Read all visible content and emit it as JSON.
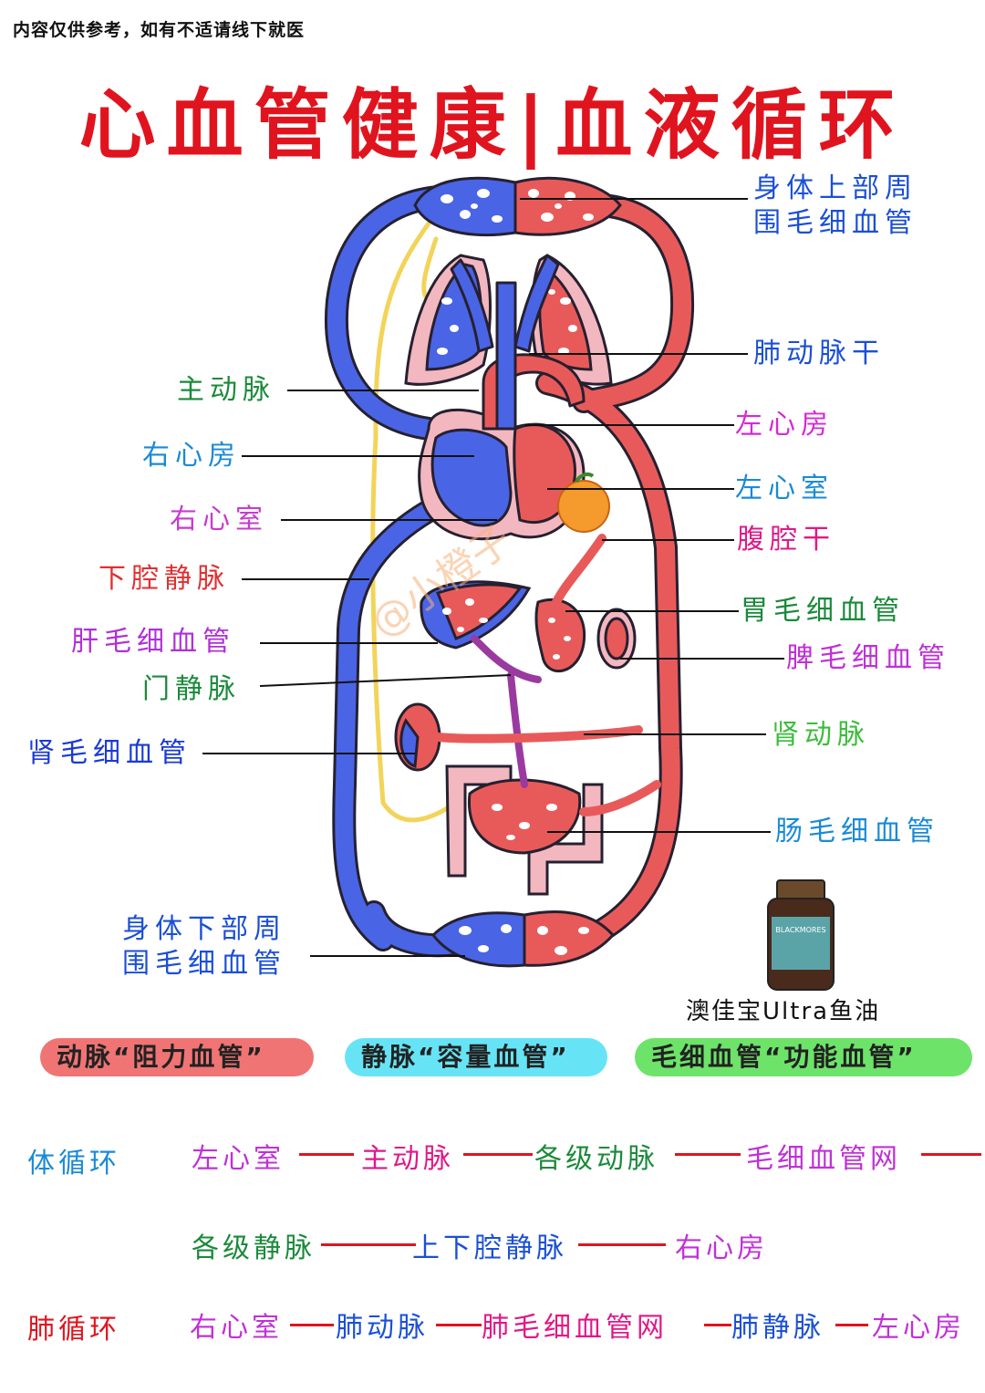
{
  "disclaimer": "内容仅供参考，如有不适请线下就医",
  "title": "心血管健康|血液循环",
  "labels": {
    "upper_capillaries": "身体上部周围毛细血管",
    "pulmonary_trunk": "肺动脉干",
    "aorta": "主动脉",
    "left_atrium": "左心房",
    "right_atrium": "右心房",
    "left_ventricle": "左心室",
    "right_ventricle": "右心室",
    "celiac_trunk": "腹腔干",
    "inferior_vena_cava": "下腔静脉",
    "gastric_capillaries": "胃毛细血管",
    "hepatic_capillaries": "肝毛细血管",
    "splenic_capillaries": "脾毛细血管",
    "portal_vein": "门静脉",
    "renal_artery": "肾动脉",
    "renal_capillaries": "肾毛细血管",
    "intestinal_capillaries": "肠毛细血管",
    "lower_capillaries": "身体下部周围毛细血管"
  },
  "product": {
    "label": "澳佳宝Ultra鱼油",
    "bottle_text": "BLACKMORES"
  },
  "legend": [
    {
      "text": "动脉“阻力血管”",
      "color": "#f07474"
    },
    {
      "text": "静脉“容量血管”",
      "color": "#66e4f6"
    },
    {
      "text": "毛细血管“功能血管”",
      "color": "#6de36a"
    }
  ],
  "systemic": {
    "title": "体循环",
    "steps_row1": [
      "左心室",
      "主动脉",
      "各级动脉",
      "毛细血管网"
    ],
    "steps_row2": [
      "各级静脉",
      "上下腔静脉",
      "右心房"
    ]
  },
  "pulmonary": {
    "title": "肺循环",
    "steps": [
      "右心室",
      "肺动脉",
      "肺毛细血管网",
      "肺静脉",
      "左心房"
    ]
  },
  "colors": {
    "artery": "#e85a5a",
    "vein": "#4a64e6",
    "lymph": "#f2d45a",
    "title": "#e0141e"
  },
  "watermark": "@小橙子"
}
